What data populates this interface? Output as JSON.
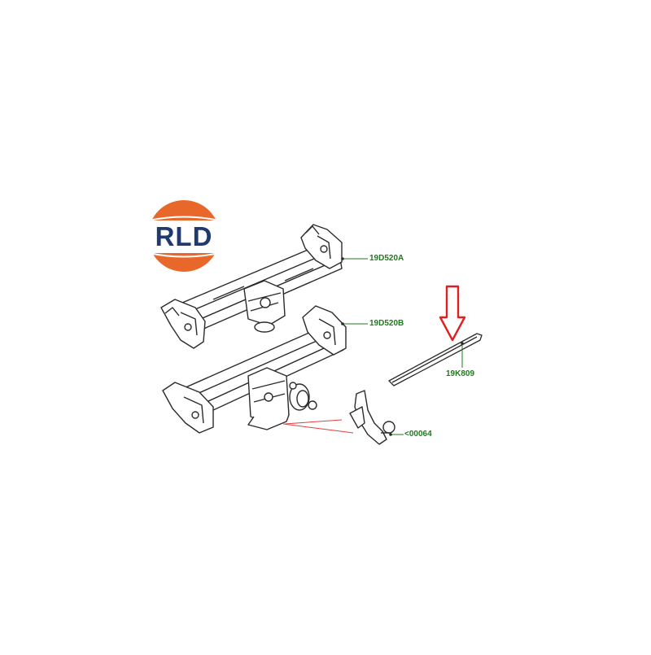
{
  "logo": {
    "text": "RLD",
    "text_color": "#1f3a6e",
    "ring_color": "#e8682c"
  },
  "labels": {
    "part_a": "19D520A",
    "part_b": "19D520B",
    "part_c": "19K809",
    "part_d": "<00064"
  },
  "colors": {
    "label": "#1e7b1e",
    "leader": "#1e7b1e",
    "arrow": "#e02020",
    "pointer": "#e04040",
    "line": "#2b2b2b"
  },
  "highlight": {
    "arrow_icon": "down-arrow-icon",
    "target": "19K809"
  }
}
